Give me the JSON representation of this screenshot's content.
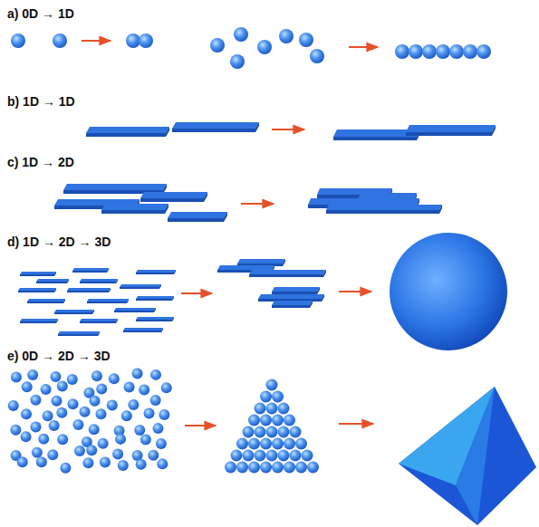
{
  "diagram": {
    "labels": [
      "a) 0D → 1D",
      "b) 1D → 1D",
      "c) 1D → 2D",
      "d) 1D → 2D → 3D",
      "e) 0D → 2D → 3D"
    ]
  }
}
